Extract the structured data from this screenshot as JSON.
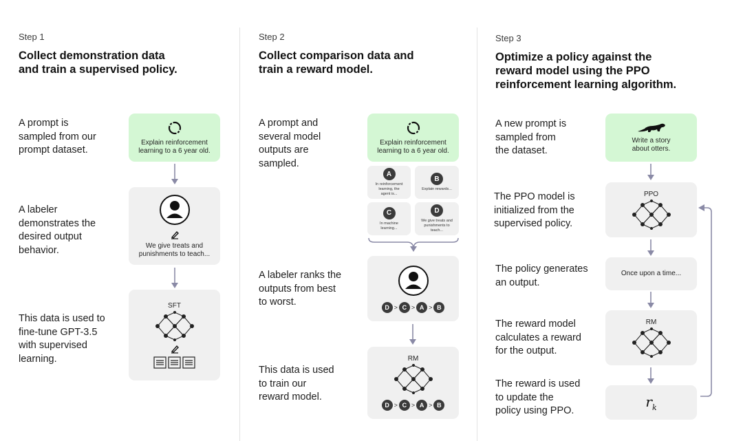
{
  "steps": [
    {
      "label": "Step 1",
      "title": "Collect demonstration data\nand train a supervised policy.",
      "texts": [
        "A prompt is\nsampled from our\nprompt dataset.",
        "A labeler\ndemonstrates the\ndesired output\nbehavior.",
        "This data is used to\nfine-tune GPT-3.5\nwith supervised\nlearning."
      ],
      "prompt": "Explain reinforcement\nlearning to a 6 year old.",
      "demo": "We give treats and\npunishments to teach...",
      "model": "SFT"
    },
    {
      "label": "Step 2",
      "title": "Collect comparison data and\ntrain a reward model.",
      "texts": [
        "A prompt and\nseveral model\noutputs are\nsampled.",
        "A labeler ranks the\noutputs from best\nto worst.",
        "This data is used\nto train our\nreward model."
      ],
      "prompt": "Explain reinforcement\nlearning to a 6 year old.",
      "outputs": [
        {
          "letter": "A",
          "text": "In reinforcement\nlearning, the\nagent is..."
        },
        {
          "letter": "B",
          "text": "Explain rewards..."
        },
        {
          "letter": "C",
          "text": "In machine\nlearning..."
        },
        {
          "letter": "D",
          "text": "We give treats and\npunishments to\nteach..."
        }
      ],
      "ranking": [
        "D",
        "C",
        "A",
        "B"
      ],
      "model": "RM"
    },
    {
      "label": "Step 3",
      "title": "Optimize a policy against the\nreward model using the PPO\nreinforcement learning algorithm.",
      "texts": [
        "A new prompt is\nsampled from\nthe dataset.",
        "The PPO model is\ninitialized from the\nsupervised policy.",
        "The policy generates\nan output.",
        "The reward model\ncalculates a reward\nfor the output.",
        "The reward is used\nto update the\npolicy using PPO."
      ],
      "prompt": "Write a story\nabout otters.",
      "policy_model": "PPO",
      "output": "Once upon a time...",
      "reward_model": "RM",
      "reward": {
        "symbol": "r",
        "subscript": "k"
      }
    }
  ],
  "colors": {
    "prompt_box": "#d4f7d4",
    "card": "#f0f0f0",
    "arrow": "#8a8aa6",
    "dark": "#3b3b3b"
  }
}
